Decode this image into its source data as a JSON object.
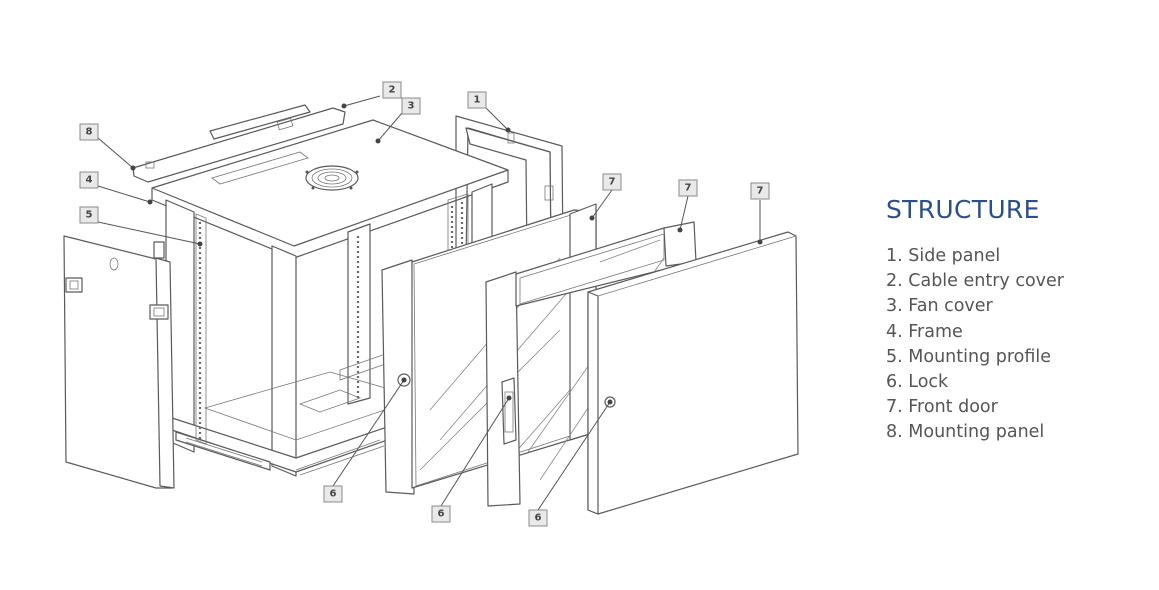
{
  "legend": {
    "title": "STRUCTURE",
    "items": [
      "1. Side panel",
      "2. Cable entry cover",
      "3. Fan cover",
      "4. Frame",
      "5. Mounting profile",
      "6. Lock",
      "7. Front door",
      "8. Mounting panel"
    ]
  },
  "callouts": [
    "1",
    "2",
    "3",
    "4",
    "5",
    "6",
    "6",
    "6",
    "7",
    "7",
    "7",
    "8"
  ],
  "colors": {
    "title": "#2a4f8f",
    "text": "#555555",
    "line": "#5a5a5a",
    "callout_fill": "#e9e9e9"
  }
}
